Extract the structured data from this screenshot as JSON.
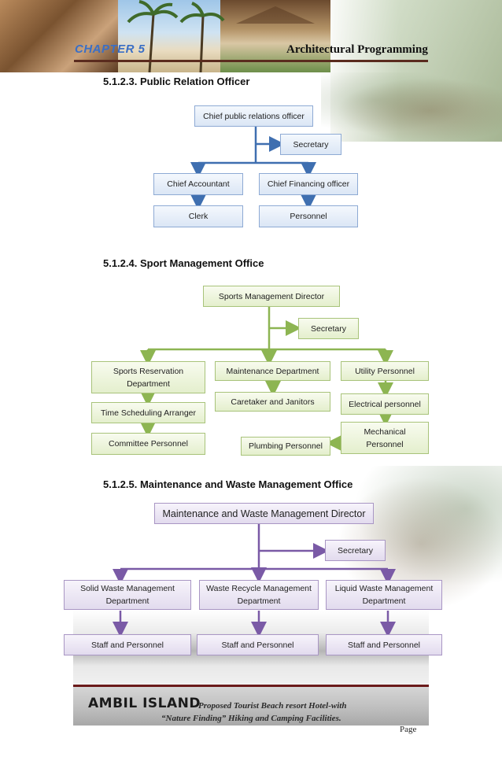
{
  "header": {
    "chapter": "CHAPTER 5",
    "title": "Architectural Programming"
  },
  "sections": {
    "pro": {
      "title": "5.1.2.3. Public Relation Officer",
      "chief": "Chief public relations officer",
      "secretary": "Secretary",
      "accountant": "Chief Accountant",
      "financing": "Chief Financing officer",
      "clerk": "Clerk",
      "personnel": "Personnel"
    },
    "sport": {
      "title": "5.1.2.4. Sport Management Office",
      "director": "Sports Management Director",
      "secretary": "Secretary",
      "reservation_l1": "Sports Reservation",
      "reservation_l2": "Department",
      "maintenance": "Maintenance Department",
      "utility": "Utility Personnel",
      "scheduling": "Time Scheduling Arranger",
      "caretaker": "Caretaker and Janitors",
      "electrical": "Electrical personnel",
      "committee": "Committee Personnel",
      "mechanical_l1": "Mechanical",
      "mechanical_l2": "Personnel",
      "plumbing": "Plumbing Personnel"
    },
    "waste": {
      "title": "5.1.2.5. Maintenance and Waste Management Office",
      "director": "Maintenance and Waste Management Director",
      "secretary": "Secretary",
      "solid_l1": "Solid Waste Management",
      "solid_l2": "Department",
      "recycle_l1": "Waste Recycle Management",
      "recycle_l2": "Department",
      "liquid_l1": "Liquid Waste Management",
      "liquid_l2": "Department",
      "staff1": "Staff and Personnel",
      "staff2": "Staff and Personnel",
      "staff3": "Staff and Personnel"
    }
  },
  "footer": {
    "brand": "AMBIL ISLAND",
    "tagline1": "Proposed Tourist Beach resort Hotel-with",
    "tagline2": "“Nature Finding” Hiking and Camping Facilities.",
    "page_label": "Page"
  },
  "colors": {
    "blue_line": "#3f6fb0",
    "green_line": "#8db552",
    "purple_line": "#7a5aa6"
  }
}
